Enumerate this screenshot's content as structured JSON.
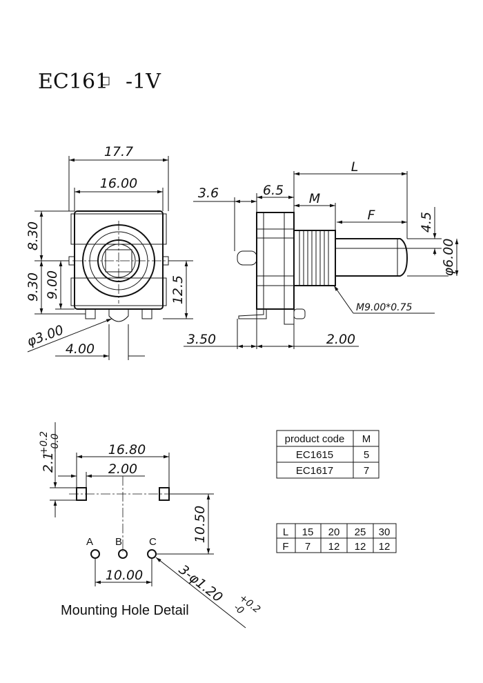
{
  "title": {
    "part": "EC161",
    "suffix": "-1V"
  },
  "front_view": {
    "dims": {
      "w_outer": "17.7",
      "w_inner": "16.00",
      "h_top": "8.30",
      "h_mid1": "9.30",
      "h_mid2": "9.00",
      "h_right": "12.5",
      "pin_dia": "φ3.00",
      "pin_offset": "4.00"
    }
  },
  "side_view": {
    "dims": {
      "d1": "3.6",
      "d2": "6.5",
      "L": "L",
      "M": "M",
      "F": "F",
      "flat": "4.5",
      "shaft_dia": "φ6.00",
      "thread": "M9.00*0.75",
      "d3": "3.50",
      "d4": "2.00"
    }
  },
  "mounting": {
    "caption": "Mounting Hole Detail",
    "dims": {
      "tab_h": "2.1",
      "tab_tol_plus": "+0.2",
      "tab_tol_minus": "-0.0",
      "span": "16.80",
      "tab_w": "2.00",
      "height": "10.50",
      "pin_span": "10.00",
      "holes": "3-φ1.20",
      "holes_tol_plus": "+0.2",
      "holes_tol_minus": "-0"
    },
    "pins": [
      "A",
      "B",
      "C"
    ]
  },
  "product_table": {
    "headers": [
      "product code",
      "M"
    ],
    "rows": [
      [
        "EC1615",
        "5"
      ],
      [
        "EC1617",
        "7"
      ]
    ]
  },
  "length_table": {
    "rows": [
      [
        "L",
        "15",
        "20",
        "25",
        "30"
      ],
      [
        "F",
        "7",
        "12",
        "12",
        "12"
      ]
    ]
  }
}
